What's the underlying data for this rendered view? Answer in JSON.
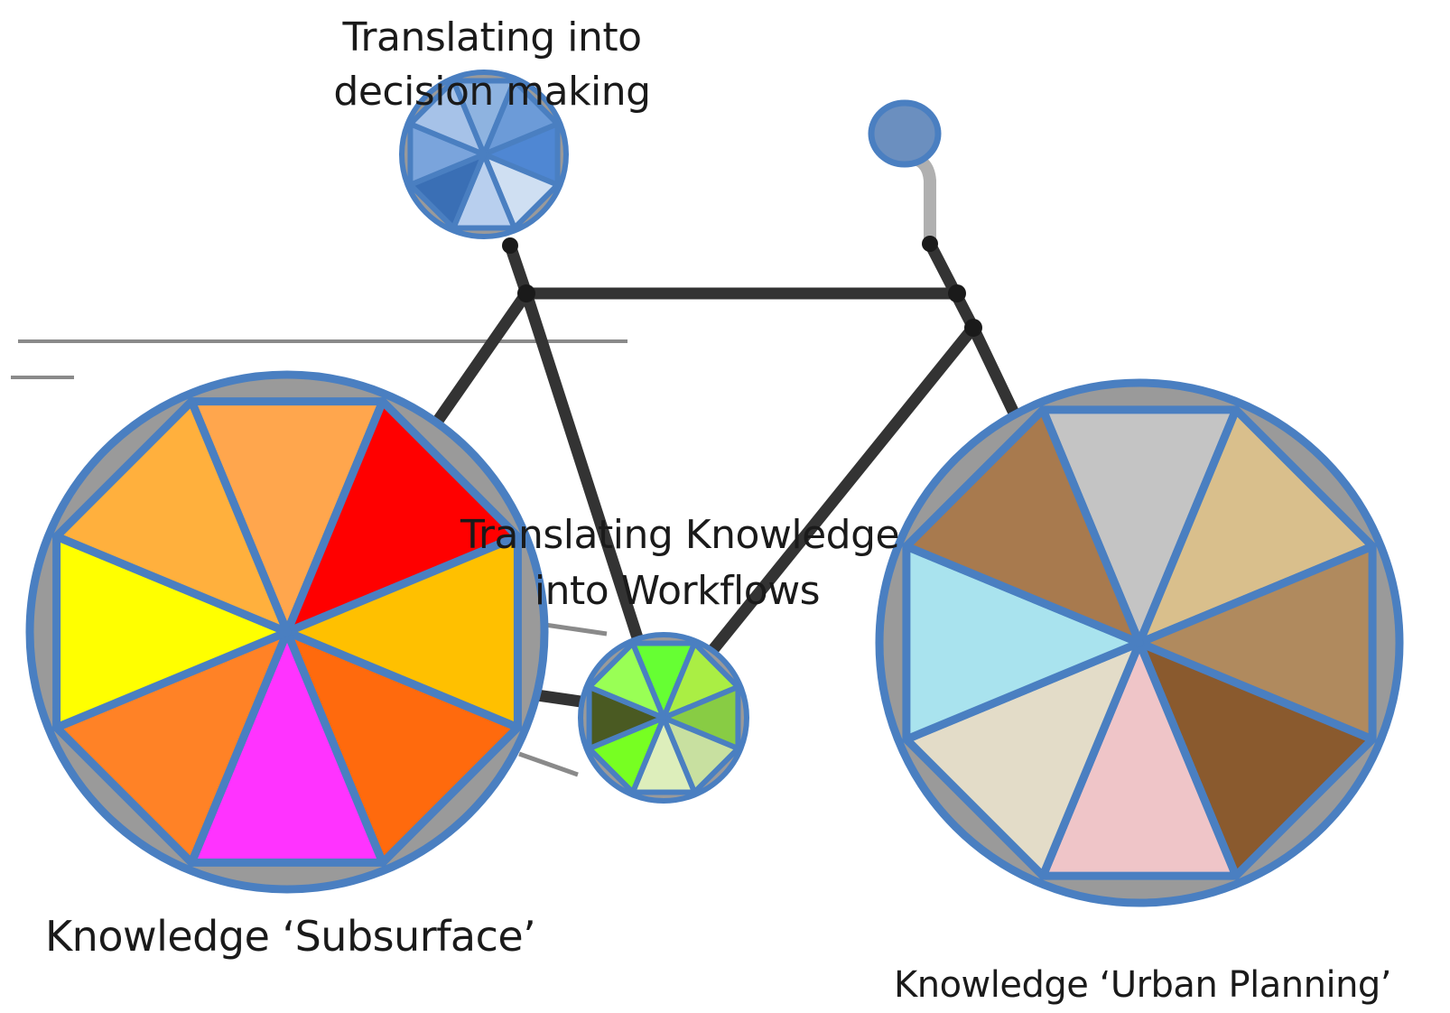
{
  "labels": {
    "top_line1": "Translating into",
    "top_line2": "decision making",
    "mid_line1": "Translating Knowledge",
    "mid_line2": "into Workflows",
    "left_wheel": "Knowledge ‘Subsurface’",
    "right_wheel": "Knowledge ‘Urban Planning’"
  },
  "wheels": {
    "subsurface": {
      "segments": [
        "#ffa64d",
        "#ff0000",
        "#ffc000",
        "#ff6a0d",
        "#ff33ff",
        "#ff8226",
        "#ffff00",
        "#ffb03d"
      ]
    },
    "urban_planning": {
      "segments": [
        "#c4c4c4",
        "#d9bf8c",
        "#b08a5e",
        "#8a5a2e",
        "#efc5c8",
        "#e3dcc8",
        "#a9e3ee",
        "#a87a4e"
      ]
    },
    "workflows": {
      "segments": [
        "#66ff33",
        "#aaee44",
        "#88cc44",
        "#c8e0a0",
        "#ddeebb",
        "#77ff22",
        "#4a5a22",
        "#99ff55"
      ]
    },
    "decision_making": {
      "segments": [
        "#8eb3e0",
        "#6c9bd8",
        "#4f87d3",
        "#cfdff2",
        "#b8cfee",
        "#3a6fb5",
        "#7aa4dc",
        "#a6c2e8"
      ]
    },
    "outline_color": "#4a7fc1"
  },
  "frame_color": "#333333"
}
